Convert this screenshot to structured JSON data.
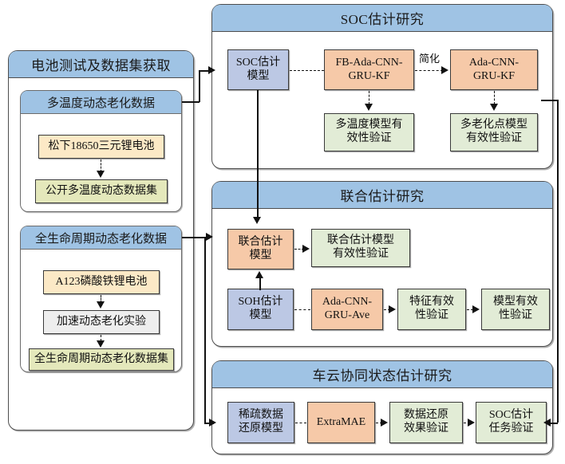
{
  "left_column": {
    "title": "电池测试及数据集获取",
    "groups": [
      {
        "title": "多温度动态老化数据",
        "nodes": [
          {
            "label": "松下18650三元锂电池",
            "color": "cream"
          },
          {
            "label": "公开多温度动态数据集",
            "color": "olive"
          }
        ]
      },
      {
        "title": "全生命周期动态老化数据",
        "nodes": [
          {
            "label": "A123磷酸铁锂电池",
            "color": "cream"
          },
          {
            "label": "加速动态老化实验",
            "color": "gray"
          },
          {
            "label": "全生命周期动态老化数据集",
            "color": "olive"
          }
        ]
      }
    ]
  },
  "right_panels": [
    {
      "title": "SOC估计研究",
      "nodes": [
        {
          "label": "SOC估计\n模型",
          "color": "blue"
        },
        {
          "label": "FB-Ada-CNN-\nGRU-KF",
          "color": "orange"
        },
        {
          "label": "Ada-CNN-\nGRU-KF",
          "color": "orange"
        },
        {
          "label": "多温度模型有\n效性验证",
          "color": "green"
        },
        {
          "label": "多老化点模型\n有效性验证",
          "color": "green"
        }
      ],
      "edge_labels": [
        "简化"
      ]
    },
    {
      "title": "联合估计研究",
      "nodes": [
        {
          "label": "联合估计\n模型",
          "color": "orange"
        },
        {
          "label": "联合估计模型\n有效性验证",
          "color": "green"
        },
        {
          "label": "SOH估计\n模型",
          "color": "blue"
        },
        {
          "label": "Ada-CNN-\nGRU-Ave",
          "color": "orange"
        },
        {
          "label": "特征有效\n性验证",
          "color": "green"
        },
        {
          "label": "模型有效\n性验证",
          "color": "green"
        }
      ],
      "edge_labels": []
    },
    {
      "title": "车云协同状态估计研究",
      "nodes": [
        {
          "label": "稀疏数据\n还原模型",
          "color": "blue"
        },
        {
          "label": "ExtraMAE",
          "color": "orange"
        },
        {
          "label": "数据还原\n效果验证",
          "color": "green"
        },
        {
          "label": "SOC估计\n任务验证",
          "color": "green"
        }
      ],
      "edge_labels": []
    }
  ],
  "colors": {
    "header_blue": "#9fc3e4",
    "node_blue": "#bcc8e4",
    "node_orange": "#f6c9a8",
    "node_green": "#e2ecd6",
    "node_cream": "#fce9c6",
    "node_olive": "#e4e8bb",
    "node_gray": "#eeeeee",
    "line": "#111111",
    "background": "#ffffff"
  }
}
